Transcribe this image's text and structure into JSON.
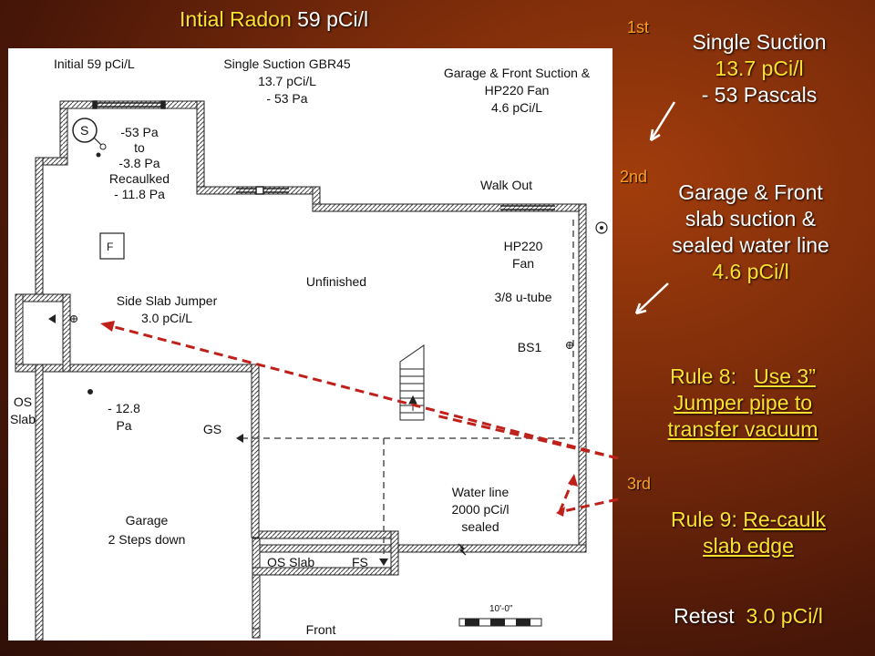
{
  "title": {
    "label": "Intial Radon",
    "value": "59 pCi/l"
  },
  "steps": {
    "first": "1st",
    "second": "2nd",
    "third": "3rd"
  },
  "right_panel": {
    "single_suction": {
      "line1": "Single Suction",
      "line2": "13.7 pCi/l",
      "line3": "- 53 Pascals"
    },
    "garage_front": {
      "line1": "Garage & Front",
      "line2": "slab suction &",
      "line3": "sealed water line",
      "line4": "4.6 pCi/l"
    },
    "rule8": {
      "prefix": "Rule 8:",
      "line1": "Use 3”",
      "line2": "Jumper pipe to",
      "line3": "transfer vacuum"
    },
    "rule9": {
      "prefix": "Rule 9:",
      "line1": "Re-caulk",
      "line2": "slab edge"
    },
    "retest": {
      "label": "Retest",
      "value": "3.0 pCi/l"
    }
  },
  "floorplan": {
    "initial": "Initial 59 pCi/L",
    "single_suction": [
      "Single Suction GBR45",
      "13.7 pCi/L",
      "- 53 Pa"
    ],
    "garage_front": [
      "Garage & Front Suction &",
      "HP220 Fan",
      "4.6 pCi/L"
    ],
    "suction_symbol": "S",
    "pressure_readings": [
      "-53 Pa",
      "to",
      "-3.8 Pa",
      "Recaulked",
      "- 11.8 Pa"
    ],
    "walk_out": "Walk Out",
    "furnace": "F",
    "fan": [
      "HP220",
      "Fan"
    ],
    "tube": "3/8 u-tube",
    "unfinished": "Unfinished",
    "side_slab": [
      "Side Slab Jumper",
      "3.0 pCi/L"
    ],
    "bs1": "BS1",
    "os_slab_left": [
      "OS",
      "Slab"
    ],
    "pressure_low": [
      "- 12.8",
      "Pa"
    ],
    "gs": "GS",
    "water_line": [
      "Water line",
      "2000 pCi/l",
      "sealed"
    ],
    "garage": [
      "Garage",
      "2 Steps down"
    ],
    "os_slab_bottom": "OS Slab",
    "fs": "FS",
    "scale": "10'-0\"",
    "front": "Front"
  },
  "colors": {
    "accent_yellow": "#ffe030",
    "step_orange": "#ffa020",
    "arrow_red": "#c0201a"
  }
}
